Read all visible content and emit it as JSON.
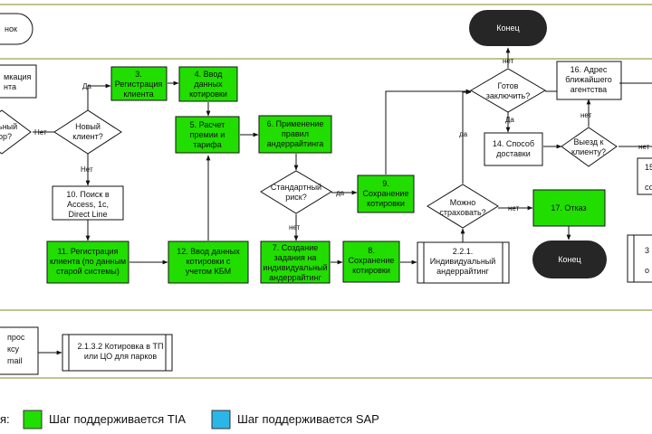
{
  "colors": {
    "tia": "#22dd00",
    "sap": "#2ab7e8",
    "terminal": "#262626",
    "lane_border": "#9aa050"
  },
  "top": {
    "start_label": "нок",
    "end_label": "Конец"
  },
  "nodes": {
    "n_cut_top": [
      "мкация",
      "нта"
    ],
    "n_cut_dec": [
      "ьный",
      "ор?"
    ],
    "n_new_client": [
      "Новый",
      "клиент?"
    ],
    "n3": [
      "3.",
      "Регистрация",
      "клиента"
    ],
    "n4": [
      "4. Ввод",
      "данных",
      "котировки"
    ],
    "n5": [
      "5. Расчет",
      "премии и",
      "тарифа"
    ],
    "n6": [
      "6. Применение",
      "правил",
      "андеррайтинга"
    ],
    "n_standard": [
      "Стандартный",
      "риск?"
    ],
    "n9": [
      "9.",
      "Сохранение",
      "котировки"
    ],
    "n_can_insure": [
      "Можно",
      "страховать?"
    ],
    "n_ready": [
      "Готов",
      "заключить?"
    ],
    "n14": [
      "14. Способ",
      "доставки"
    ],
    "n_exit": [
      "Выезд к",
      "клиенту?"
    ],
    "n16": [
      "16. Адрес",
      "ближайшего",
      "агентства"
    ],
    "n10": [
      "10. Поиск в",
      "Access, 1c,",
      "Direct Line"
    ],
    "n11": [
      "11. Регистрация",
      "клиента (по данным",
      "старой системы)"
    ],
    "n12": [
      "12. Ввод данных",
      "котировки с",
      "учетом КБМ"
    ],
    "n7": [
      "7. Создание",
      "задания на",
      "индивидуальный",
      "андеррайтинг"
    ],
    "n8": [
      "8.",
      "Сохранение",
      "котировки"
    ],
    "n221": [
      "2.2.1.",
      "Индивидуальный",
      "андеррайтинг"
    ],
    "n17": [
      "17. Отказ"
    ],
    "end2": [
      "Конец"
    ],
    "cut_r1": [
      "15",
      "со"
    ],
    "cut_r2": [
      "3",
      "о"
    ],
    "n_cut_bottom": [
      "прос",
      "ксу",
      "mail"
    ],
    "n2132": [
      "2.1.3.2 Котировка в ТП",
      "или ЦО для парков"
    ]
  },
  "edges": {
    "da": "да",
    "net": "нет",
    "da_cap": "Да",
    "net_cap": "Нет"
  },
  "legend": {
    "prefix": "я:",
    "tia": "Шаг поддерживается TIA",
    "sap": "Шаг поддерживается SAP"
  }
}
